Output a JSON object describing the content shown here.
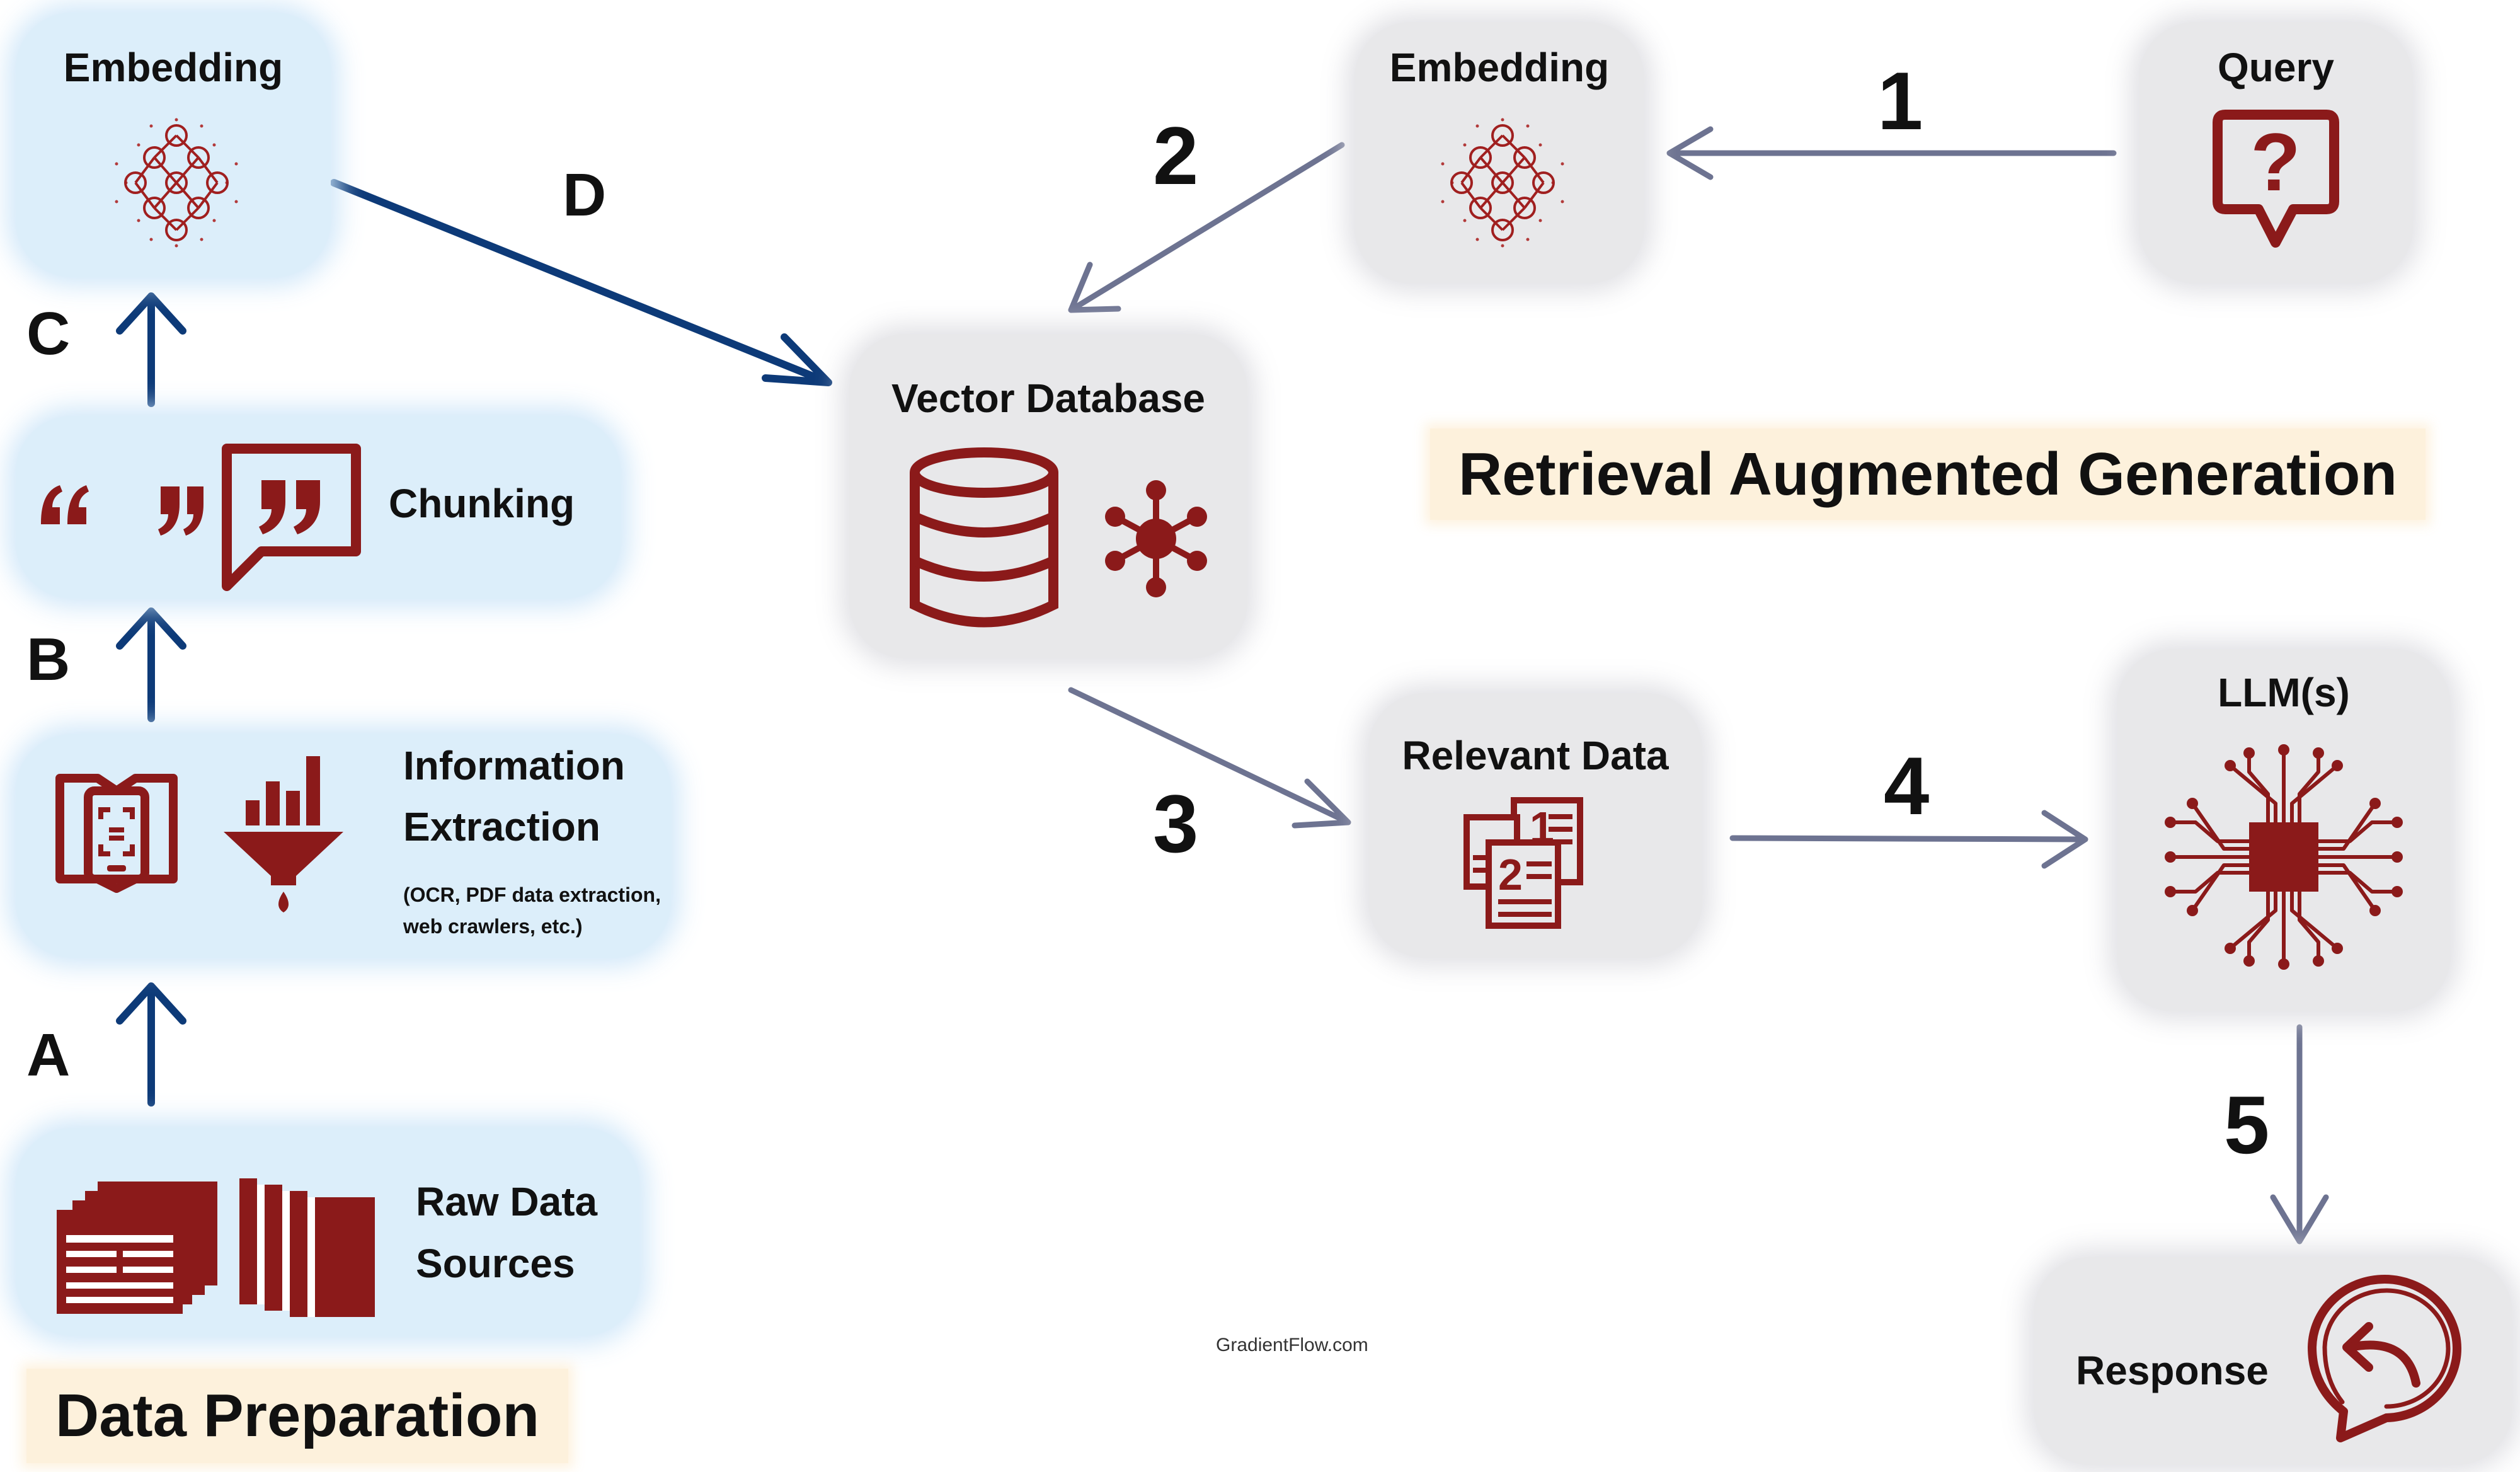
{
  "sections": {
    "data_preparation": "Data Preparation",
    "rag": "Retrieval Augmented Generation"
  },
  "nodes": {
    "embedding_left": "Embedding",
    "chunking": "Chunking",
    "info_extraction_line1": "Information",
    "info_extraction_line2": "Extraction",
    "info_extraction_note_line1": "(OCR, PDF data extraction,",
    "info_extraction_note_line2": "web crawlers, etc.)",
    "raw_line1": "Raw Data",
    "raw_line2": "Sources",
    "vector_db": "Vector Database",
    "embedding_right": "Embedding",
    "query": "Query",
    "relevant_data": "Relevant Data",
    "llm": "LLM(s)",
    "response": "Response"
  },
  "step_letters": {
    "a": "A",
    "b": "B",
    "c": "C",
    "d": "D"
  },
  "step_numbers": {
    "one": "1",
    "two": "2",
    "three": "3",
    "four": "4",
    "five": "5"
  },
  "icons": {
    "embedding": "neural-network-icon",
    "query": "question-bubble-icon",
    "database": "database-cylinder-icon",
    "network": "hub-network-icon",
    "chunking": "quote-marks-icon",
    "extraction": "scanner-funnel-icon",
    "raw": "documents-stack-icon",
    "relevant": "ranked-documents-icon",
    "llm": "circuit-chip-icon",
    "response": "reply-bubble-icon"
  },
  "colors": {
    "icon_red": "#8b1a1a",
    "prep_arrow": "#0d3a78",
    "rag_arrow": "#6d7391",
    "prep_bg": "#dceefa",
    "rag_bg": "#e8e8ea",
    "banner_bg": "#fdf1dc"
  },
  "footer": "GradientFlow.com"
}
